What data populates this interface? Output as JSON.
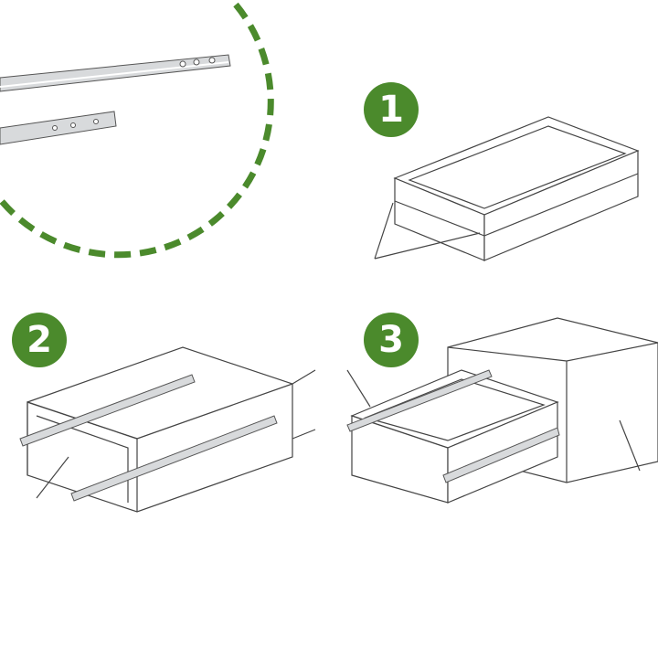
{
  "colors": {
    "accent": "#4b8a2c",
    "line": "#444444",
    "rail": "#d8dadc"
  },
  "steps": [
    {
      "label": "1"
    },
    {
      "label": "2"
    },
    {
      "label": "3"
    }
  ]
}
